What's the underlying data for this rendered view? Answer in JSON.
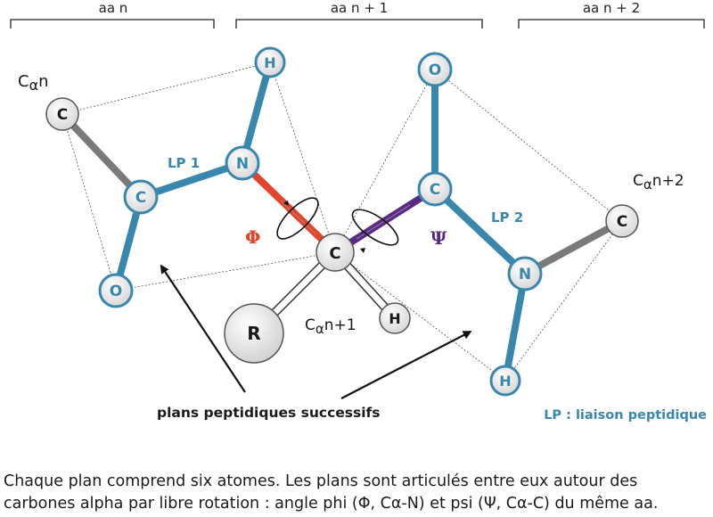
{
  "header": {
    "group1": "aa n",
    "group2": "aa n + 1",
    "group3": "aa n + 2"
  },
  "labels": {
    "calpha_n_main": "C",
    "calpha_n_alpha": "α",
    "calpha_n_suffix": "n",
    "calpha_n1_main": "C",
    "calpha_n1_alpha": "α",
    "calpha_n1_suffix": "n+1",
    "calpha_n2_main": "C",
    "calpha_n2_alpha": "α",
    "calpha_n2_suffix": "n+2",
    "lp1": "LP 1",
    "lp2": "LP 2",
    "phi": "Φ",
    "psi": "Ψ",
    "planes": "plans peptidiques successifs",
    "legend": "LP : liaison peptidique"
  },
  "atoms": {
    "ca_n": "C",
    "c_n": "C",
    "o_n": "O",
    "n_1": "N",
    "h_1": "H",
    "ca_1": "C",
    "r": "R",
    "h_side": "H",
    "c_1": "C",
    "o_1": "O",
    "n_2": "N",
    "h_2": "H",
    "ca_2": "C"
  },
  "caption": {
    "line1": "Chaque plan comprend six atomes. Les plans sont articulés entre eux autour des",
    "line2": "carbones alpha par libre rotation : angle phi (Φ, Cα-N) et psi (Ψ, Cα-C) du même aa."
  },
  "colors": {
    "peptide_blue": "#3a87ad",
    "phi_red": "#e2452b",
    "psi_purple": "#5b2a86",
    "bond_gray": "#7a7a7a",
    "atom_fill": "#f2f2f2",
    "text_dark": "#1a1a1a"
  }
}
